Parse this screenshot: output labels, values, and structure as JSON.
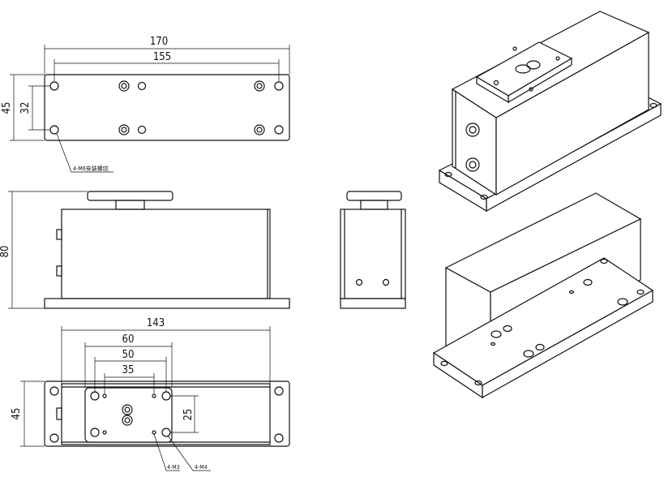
{
  "top_view": {
    "dim_length": "170",
    "dim_hole_pitch": "155",
    "dim_width": "45",
    "dim_hole_width": "32",
    "note_mount": "4-M6安装螺纹"
  },
  "front_view": {
    "dim_height": "80"
  },
  "bottom_view": {
    "dim_body_length": "143",
    "dim_plate": "60",
    "dim_m4_pitch": "50",
    "dim_m3_pitch": "35",
    "dim_plate_holes": "25",
    "dim_width": "45",
    "note_m3": "4-M3",
    "note_m4": "4-M4"
  },
  "colors": {
    "line": "#111111",
    "background": "#ffffff"
  }
}
